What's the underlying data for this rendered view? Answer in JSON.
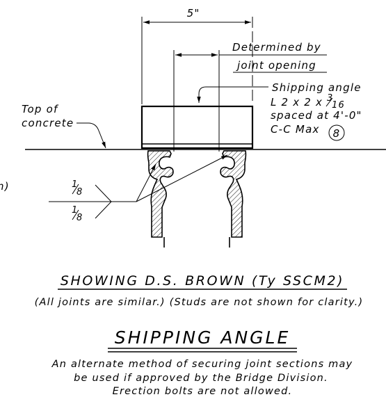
{
  "dimensions": {
    "overall_width": "5\""
  },
  "callouts": {
    "determined_line1": "Determined by",
    "determined_line2": "joint opening",
    "shipping_angle_line1": "Shipping angle",
    "shipping_angle_line2_prefix": "L 2 x 2 x ",
    "shipping_angle_frac_num": "3",
    "shipping_angle_frac_den": "16",
    "shipping_angle_line3": "spaced at 4'-0\"",
    "shipping_angle_line4": "C-C Max",
    "note_number": "8",
    "top_of_concrete_line1": "Top of",
    "top_of_concrete_line2": "concrete",
    "left_edge_fragment": "n)"
  },
  "weld_symbol": {
    "top_size_num": "1",
    "top_size_den": "8",
    "bottom_size_num": "1",
    "bottom_size_den": "8"
  },
  "captions": {
    "showing_title": "SHOWING D.S. BROWN (Ty SSCM2)",
    "showing_note": "(All joints are similar.) (Studs are not shown for clarity.)",
    "main_title": "SHIPPING ANGLE",
    "note_line1": "An alternate method of securing joint sections may",
    "note_line2": "be used if approved by the Bridge Division.",
    "note_line3": "Erection bolts are not allowed."
  }
}
